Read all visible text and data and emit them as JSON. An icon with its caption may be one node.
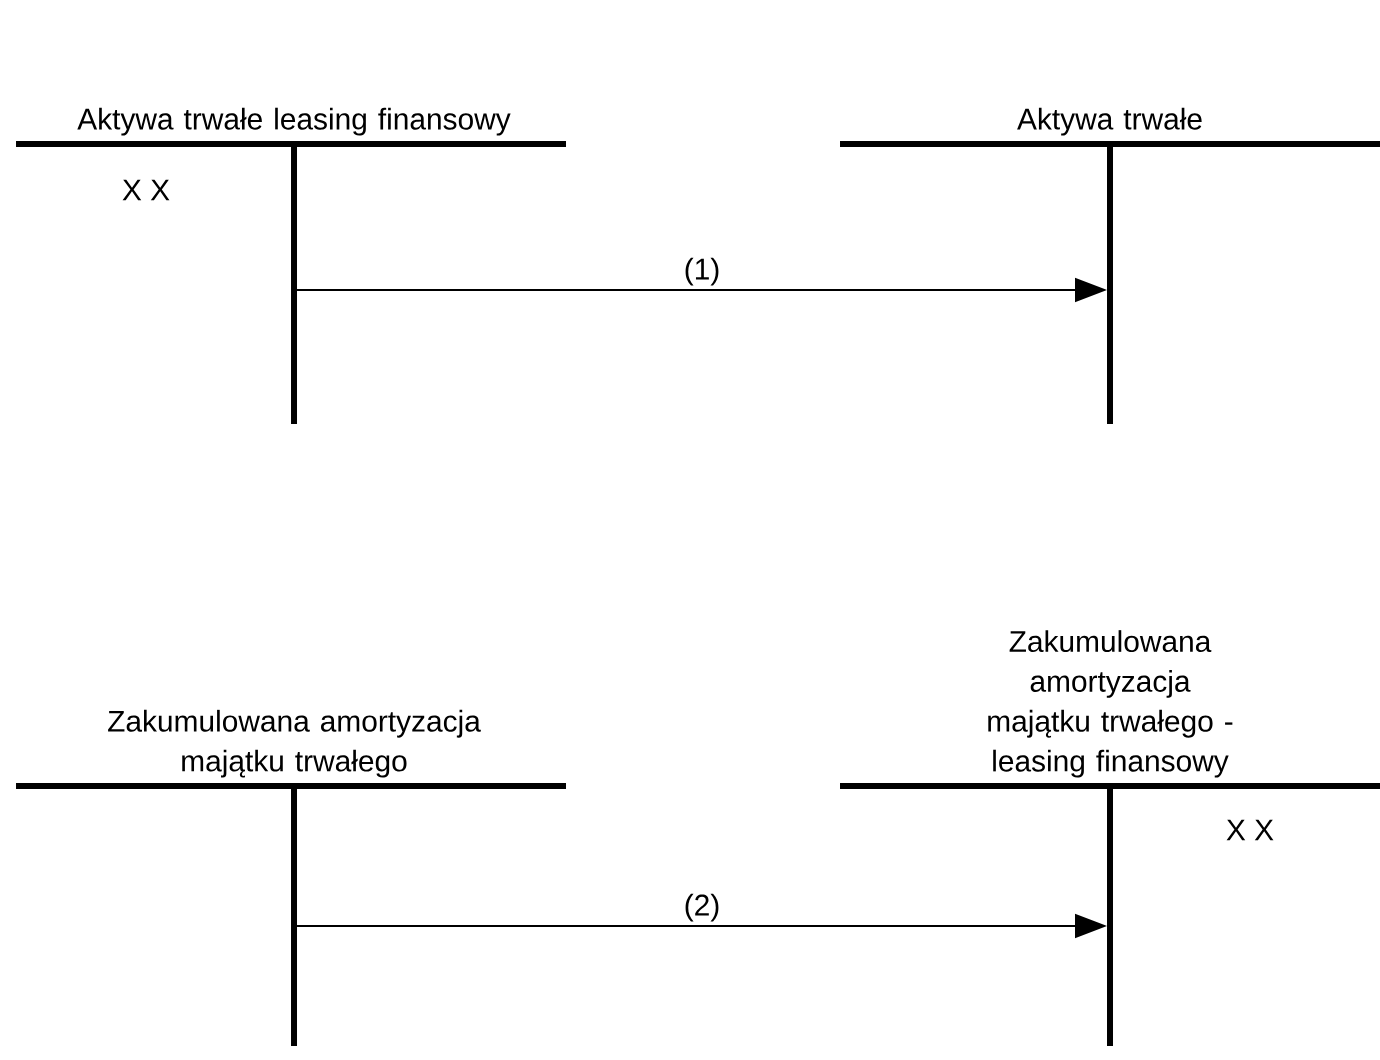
{
  "diagram": {
    "nodes": [
      {
        "text": [
          "Aktywa trwałe leasing finansowy"
        ]
      },
      {
        "text": [
          "Aktywa trwałe"
        ]
      },
      {
        "text": [
          "Zakumulowana amortyzacja majątku trwałego"
        ]
      },
      {
        "text": [
          "Zakumulowana amortyzacja majątku trwałego -leasing finansowy"
        ]
      }
    ],
    "edges": [
      {
        "from": 0,
        "to": 1,
        "arrow": "to",
        "label": "(1)"
      },
      {
        "from": 2,
        "to": 3,
        "arrow": "to",
        "label": "(2)"
      }
    ],
    "labels": [
      "X X",
      "X X"
    ]
  }
}
